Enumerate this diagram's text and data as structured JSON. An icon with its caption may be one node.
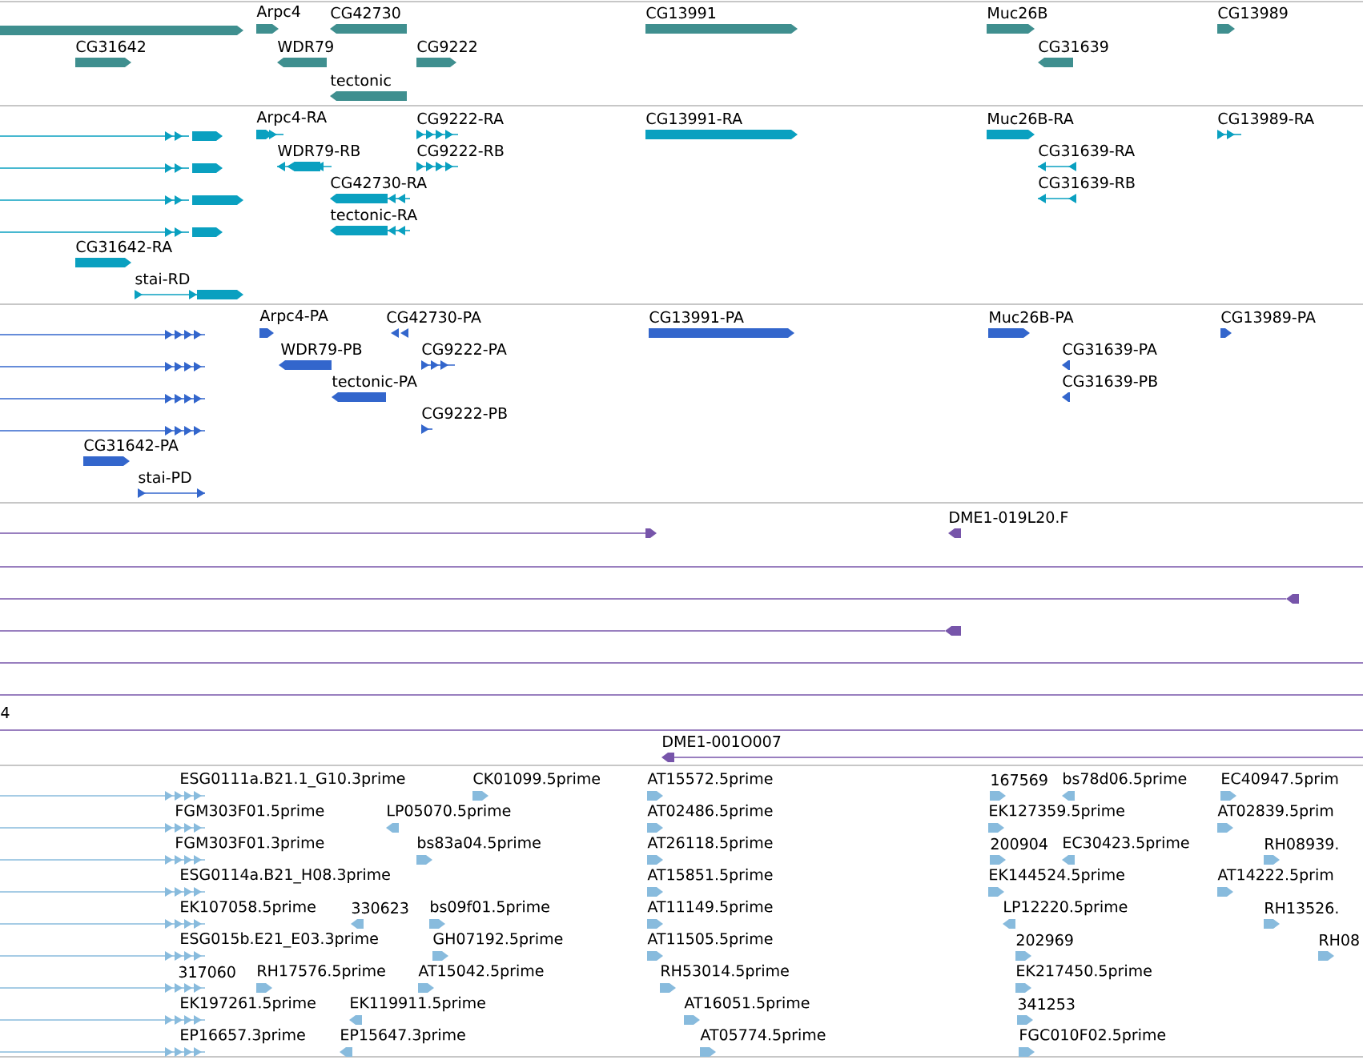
{
  "diagram": {
    "labels": [
      "Arpc4",
      "CG42730",
      "CG13991",
      "Muc26B",
      "CG13989",
      "CG31642",
      "WDR79",
      "CG9222",
      "CG31639",
      "tectonic",
      "Arpc4-RA",
      "CG9222-RA",
      "CG13991-RA",
      "Muc26B-RA",
      "CG13989-RA",
      "WDR79-RB",
      "CG9222-RB",
      "CG31639-RA",
      "CG42730-RA",
      "CG31639-RB",
      "tectonic-RA",
      "CG31642-RA",
      "stai-RD",
      "Arpc4-PA",
      "CG42730-PA",
      "CG13991-PA",
      "Muc26B-PA",
      "CG13989-PA",
      "WDR79-PB",
      "CG9222-PA",
      "CG31639-PA",
      "tectonic-PA",
      "CG31639-PB",
      "CG9222-PB",
      "CG31642-PA",
      "stai-PD",
      "DME1-019L20.F",
      "4",
      "DME1-001O007",
      "ESG0111a.B21.1_G10.3prime",
      "CK01099.5prime",
      "AT15572.5prime",
      "167569",
      "bs78d06.5prime",
      "EC40947.5prim",
      "FGM303F01.5prime",
      "LP05070.5prime",
      "AT02486.5prime",
      "EK127359.5prime",
      "AT02839.5prim",
      "FGM303F01.3prime",
      "bs83a04.5prime",
      "AT26118.5prime",
      "200904",
      "EC30423.5prime",
      "RH08939.",
      "ESG0114a.B21_H08.3prime",
      "AT15851.5prime",
      "EK144524.5prime",
      "AT14222.5prim",
      "EK107058.5prime",
      "330623",
      "bs09f01.5prime",
      "AT11149.5prime",
      "LP12220.5prime",
      "RH13526.",
      "ESG015b.E21_E03.3prime",
      "GH07192.5prime",
      "AT11505.5prime",
      "202969",
      "RH08",
      "317060",
      "RH17576.5prime",
      "AT15042.5prime",
      "RH53014.5prime",
      "EK217450.5prime",
      "EK197261.5prime",
      "EK119911.5prime",
      "AT16051.5prime",
      "341253",
      "EP16657.3prime",
      "EP15647.3prime",
      "AT05774.5prime",
      "FGC010F02.5prime"
    ]
  }
}
